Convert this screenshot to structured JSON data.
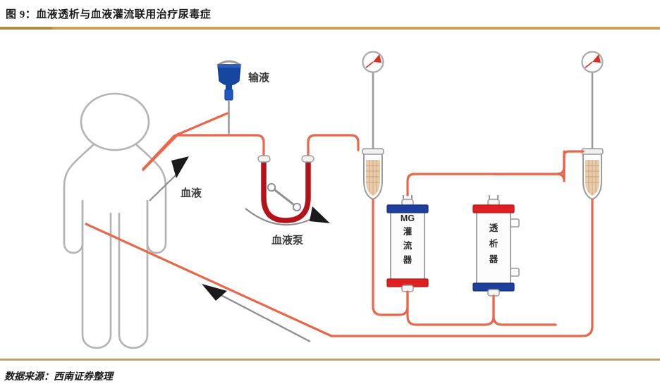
{
  "figure": {
    "title": "图 9：血液透析与血液灌流联用治疗尿毒症",
    "source": "数据来源：西南证券整理"
  },
  "diagram": {
    "type": "medical-schematic",
    "description": "血液透析与血液灌流联用体外循环回路示意图",
    "labels": {
      "blood": "血液",
      "infusion": "输液",
      "blood_pump": "血液泵"
    },
    "components": {
      "patient": "patient-silhouette",
      "iv_bag": "iv-bag",
      "blood_pump": "roller-pump",
      "pressure_gauge_left": "pressure-gauge",
      "pressure_gauge_right": "pressure-gauge",
      "drip_chamber_left": "drip-chamber",
      "drip_chamber_right": "drip-chamber",
      "perfusion_cartridge": {
        "name": "MG 灌流器",
        "line1": "MG",
        "line2": "灌",
        "line3": "流",
        "line4": "器",
        "cap_top": "#1f3f9e",
        "cap_bottom": "#e02020"
      },
      "dialyzer": {
        "name": "透析器",
        "line1": "透",
        "line2": "析",
        "line3": "器",
        "cap_top": "#e02020",
        "cap_bottom": "#1f3f9e"
      }
    },
    "colors": {
      "blood_line": "#e8664a",
      "pump_tube": "#b5121b",
      "body_outline": "#b3b3b3",
      "gauge_needle": "#d93025",
      "iv_bag": "#1546a0",
      "accent_rule": "#c4a05a",
      "filter_mesh": "#e8c9a8"
    }
  }
}
